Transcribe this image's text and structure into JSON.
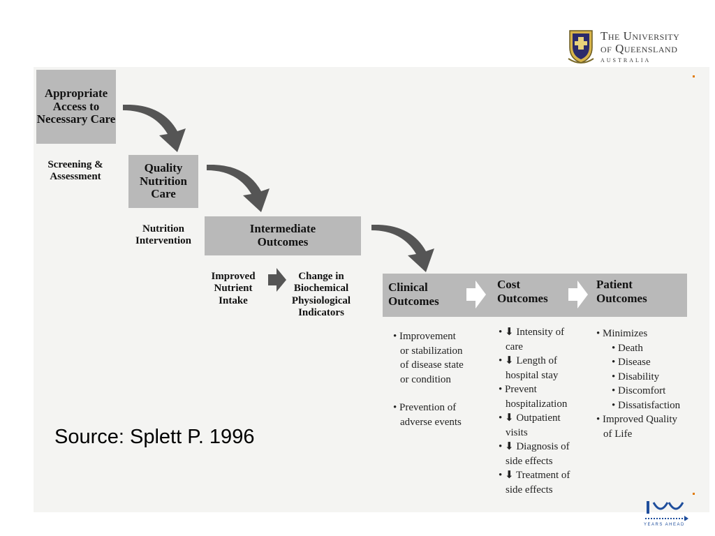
{
  "header": {
    "university_line1": "The University",
    "university_line2": "of Queensland",
    "university_line3": "AUSTRALIA"
  },
  "diagram": {
    "access": "Appropriate Access to Necessary Care",
    "screening": "Screening & Assessment",
    "quality": "Quality Nutrition Care",
    "intervention": "Nutrition Intervention",
    "intermediate": "Intermediate Outcomes",
    "improved": "Improved Nutrient Intake",
    "change": "Change in Biochemical Physiological Indicators",
    "clinical": "Clinical Outcomes",
    "cost": "Cost Outcomes",
    "patient": "Patient Outcomes",
    "clinical_items": [
      "• Improvement",
      "or stabilization",
      "of disease state",
      "or condition",
      "",
      "• Prevention of",
      "adverse events"
    ],
    "cost_items": [
      "• ⬇ Intensity of",
      "care",
      "• ⬇ Length of",
      "hospital stay",
      "• Prevent",
      "hospitalization",
      "• ⬇ Outpatient",
      "visits",
      "• ⬇ Diagnosis of",
      "side effects",
      "• ⬇ Treatment of",
      "side effects"
    ],
    "patient_items": [
      "• Minimizes",
      "• Death",
      "• Disease",
      "• Disability",
      "• Discomfort",
      "• Dissatisfaction",
      "• Improved Quality",
      "of Life"
    ]
  },
  "footer": {
    "source": "Source: Splett P. 1996",
    "centenary_tagline": "YEARS AHEAD"
  },
  "colors": {
    "box_gray": "#b9b9b9",
    "arrow_gray": "#555555",
    "accent_orange": "#e07a00",
    "centenary_blue": "#1f4e9c"
  }
}
